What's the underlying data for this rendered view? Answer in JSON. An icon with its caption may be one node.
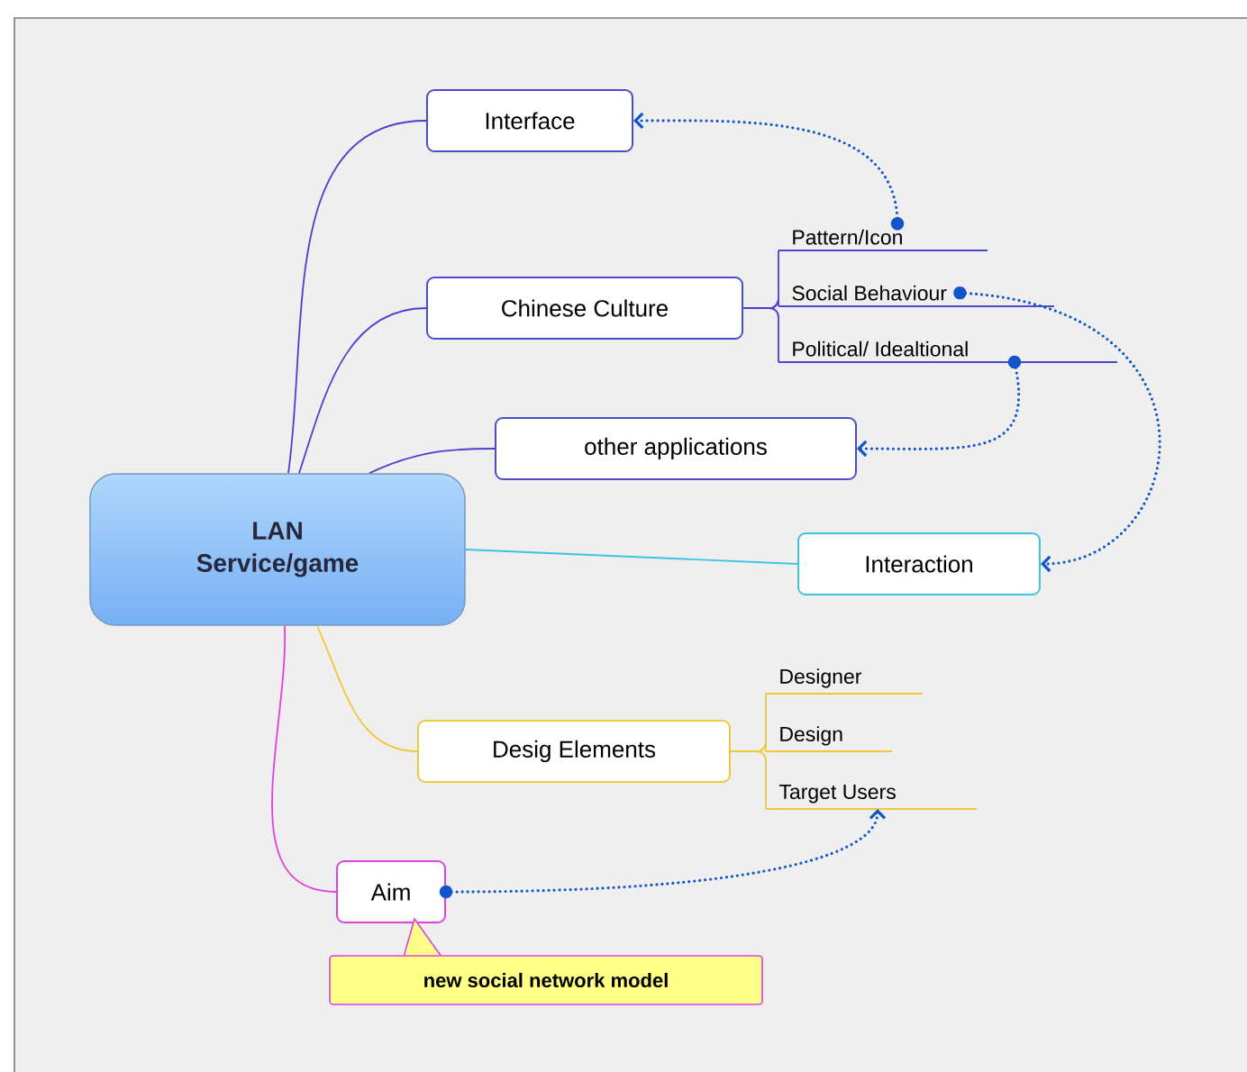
{
  "diagram": {
    "nodes": [
      {
        "text": [
          "LAN Service/game"
        ]
      },
      {
        "text": [
          "Interface"
        ]
      },
      {
        "text": [
          "Chinese Culture"
        ]
      },
      {
        "text": [
          "Pattern/Icon"
        ]
      },
      {
        "text": [
          "Social Behaviour"
        ]
      },
      {
        "text": [
          "Political/ Idealtional"
        ]
      },
      {
        "text": [
          "other applications"
        ]
      },
      {
        "text": [
          "Interaction"
        ]
      },
      {
        "text": [
          "Desig Elements"
        ]
      },
      {
        "text": [
          "Designer"
        ]
      },
      {
        "text": [
          "Design"
        ]
      },
      {
        "text": [
          "Target Users"
        ]
      },
      {
        "text": [
          "Aim"
        ]
      },
      {
        "text": [
          "new social network model"
        ]
      }
    ],
    "edges": [
      {
        "from": 0,
        "to": 1,
        "arrow": "none",
        "color": "#4a3fd0"
      },
      {
        "from": 0,
        "to": 2,
        "arrow": "none",
        "color": "#4a3fd0"
      },
      {
        "from": 0,
        "to": 6,
        "arrow": "none",
        "color": "#4a3fd0"
      },
      {
        "from": 0,
        "to": 7,
        "arrow": "none",
        "color": "#3cc4e0"
      },
      {
        "from": 0,
        "to": 8,
        "arrow": "none",
        "color": "#f0c83c"
      },
      {
        "from": 0,
        "to": 12,
        "arrow": "none",
        "color": "#e040e0"
      },
      {
        "from": 2,
        "to": 3,
        "arrow": "none",
        "color": "#4a3fd0"
      },
      {
        "from": 2,
        "to": 4,
        "arrow": "none",
        "color": "#4a3fd0"
      },
      {
        "from": 2,
        "to": 5,
        "arrow": "none",
        "color": "#4a3fd0"
      },
      {
        "from": 8,
        "to": 9,
        "arrow": "none",
        "color": "#f0c83c"
      },
      {
        "from": 8,
        "to": 10,
        "arrow": "none",
        "color": "#f0c83c"
      },
      {
        "from": 8,
        "to": 11,
        "arrow": "none",
        "color": "#f0c83c"
      },
      {
        "from": 3,
        "to": 1,
        "arrow": "to",
        "style": "dashed",
        "color": "#1155cc"
      },
      {
        "from": 4,
        "to": 7,
        "arrow": "to",
        "style": "dashed",
        "color": "#1155cc"
      },
      {
        "from": 5,
        "to": 6,
        "arrow": "to",
        "style": "dashed",
        "color": "#1155cc"
      },
      {
        "from": 12,
        "to": 11,
        "arrow": "to",
        "style": "dashed",
        "color": "#1155cc"
      }
    ]
  }
}
